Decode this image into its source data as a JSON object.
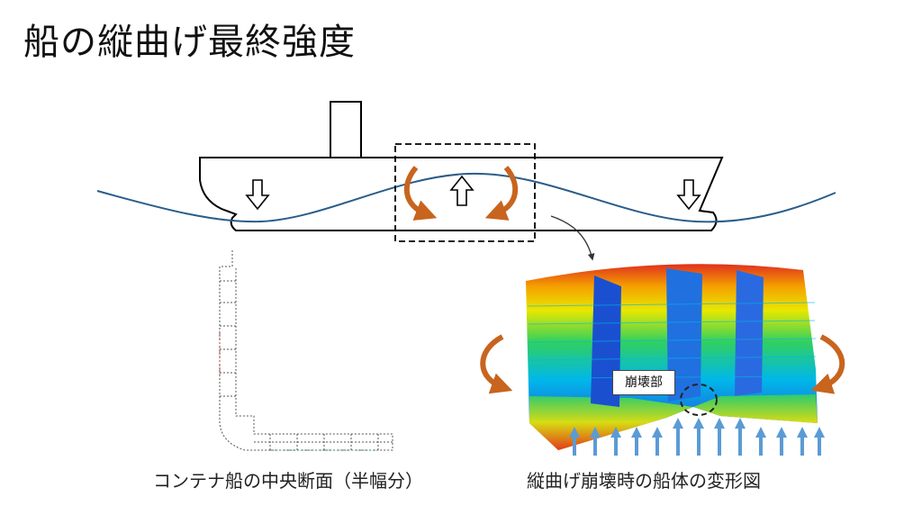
{
  "title": "船の縦曲げ最終強度",
  "captions": {
    "cross_section": "コンテナ船の中央断面（半幅分）",
    "deformation": "縦曲げ崩壊時の船体の変形図"
  },
  "callout": "崩壊部",
  "colors": {
    "wave": "#2a5d8a",
    "moment_arrow": "#c8641e",
    "pressure_arrow": "#5b9bd5",
    "outline": "#000000"
  }
}
